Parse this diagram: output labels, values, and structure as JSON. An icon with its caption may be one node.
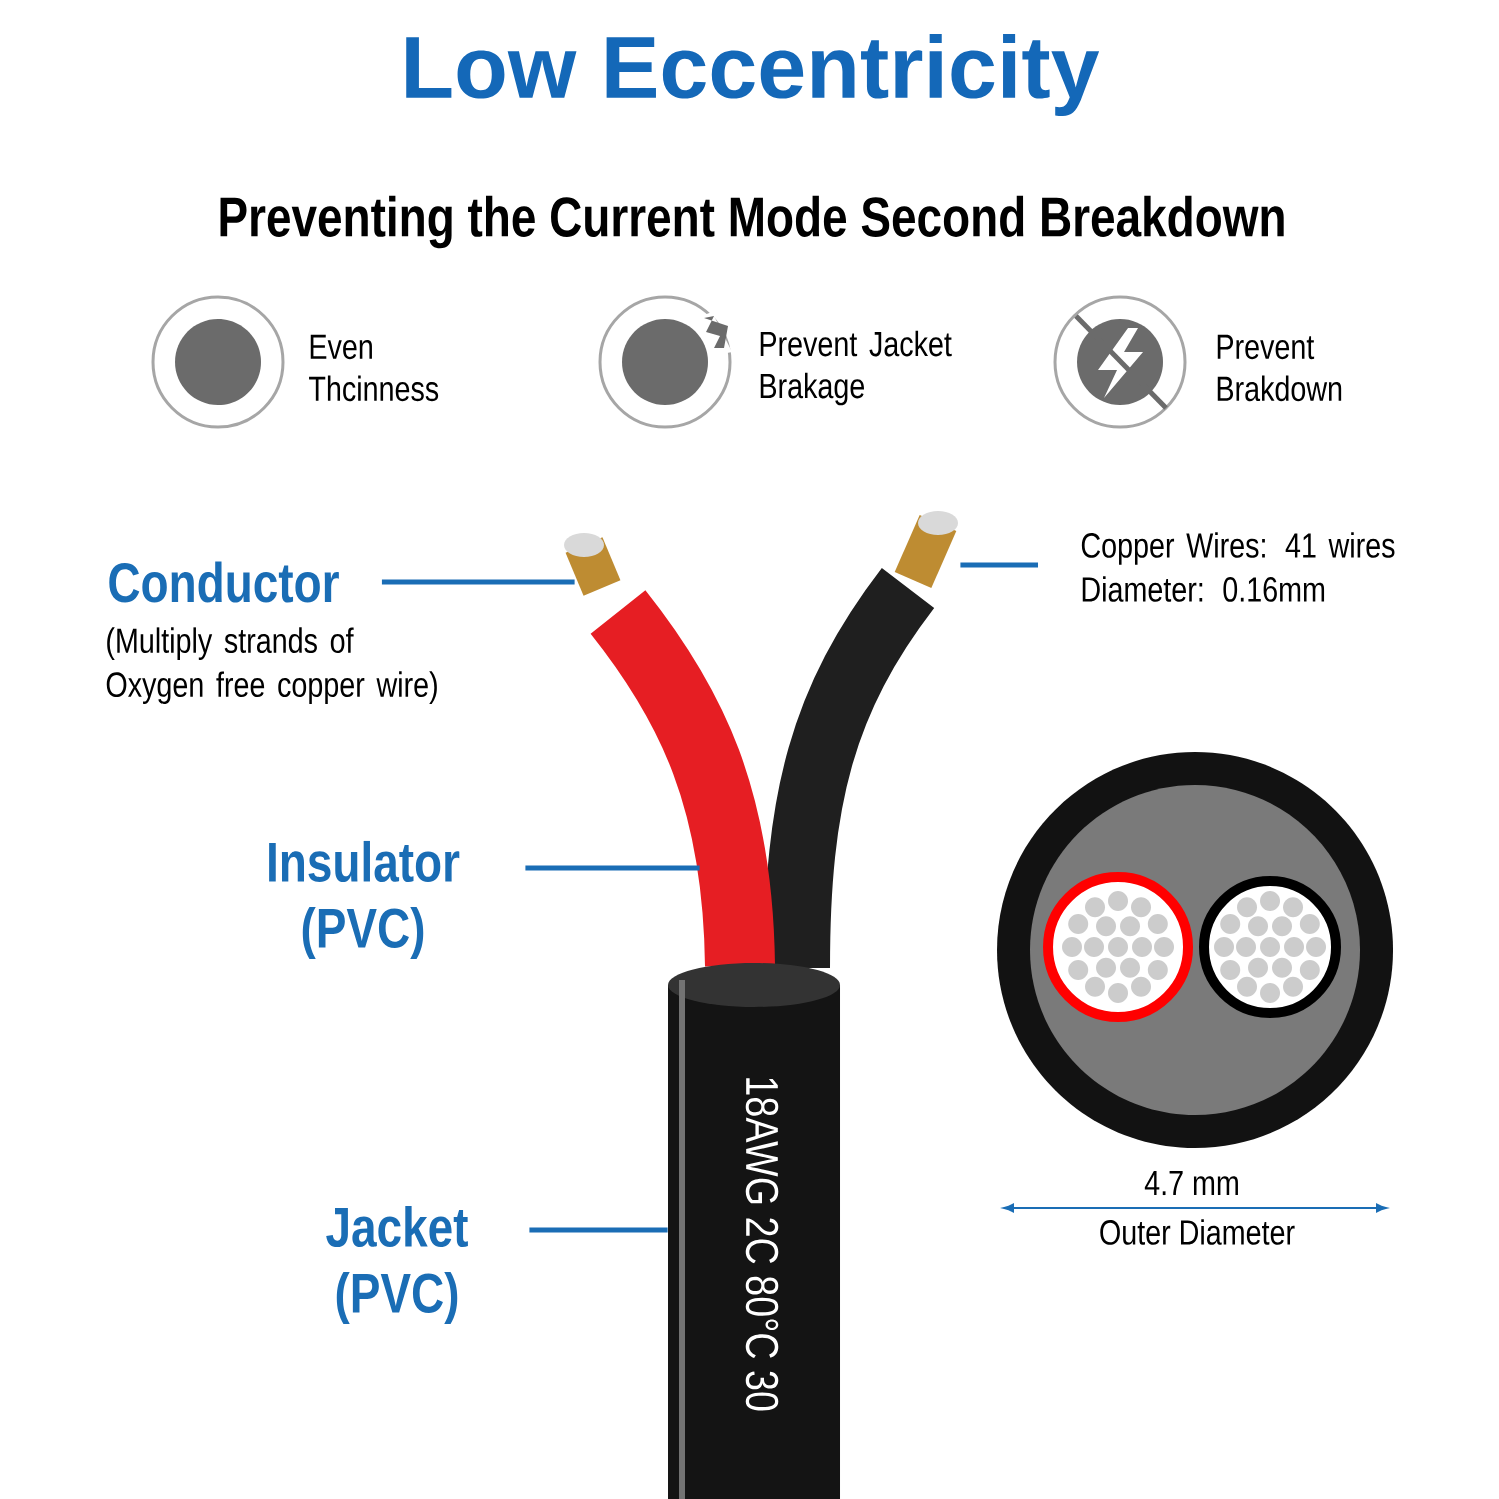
{
  "diagram": {
    "title": "Low Eccentricity",
    "nodes": [
      {
        "text": [
          "Conductor"
        ],
        "beside": [
          "(Multiply strands of Oxygen free copper wire)"
        ]
      },
      {
        "text": [],
        "shape": "picture"
      },
      {
        "text": [
          "Copper Wires: 41 wires Diameter: 0.16mm"
        ]
      },
      {
        "text": [],
        "shape": "picture"
      },
      {
        "text": [
          "Insulator (PVC)"
        ]
      },
      {
        "text": [],
        "shape": "picture"
      },
      {
        "text": [
          "Jacket (PVC)"
        ]
      },
      {
        "text": [],
        "shape": "cylinder"
      }
    ],
    "edges": [
      {
        "from": 0,
        "to": 1,
        "arrow": "none"
      },
      {
        "from": 2,
        "to": 3,
        "arrow": "none"
      },
      {
        "from": 4,
        "to": 5,
        "arrow": "none"
      },
      {
        "from": 6,
        "to": 7,
        "arrow": "none"
      }
    ],
    "labels": [
      "Preventing the Current Mode Second Breakdown",
      "Even Thcinness",
      "Prevent Jacket Brakage",
      "Prevent Brakdown",
      "18AWG 2C 80°C 30",
      "4.7 mm",
      "Outer Diameter"
    ]
  }
}
